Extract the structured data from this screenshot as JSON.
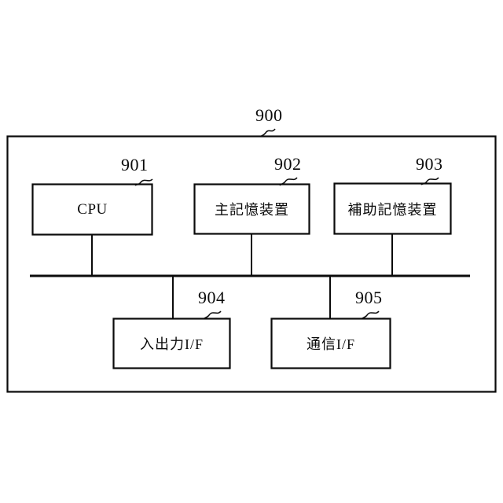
{
  "figure": {
    "title": "900",
    "system_ref": "900",
    "enclosure": {
      "name": "computer-system-enclosure",
      "ref": "900"
    },
    "bus": {
      "name": "system-bus",
      "label": ""
    },
    "components": [
      {
        "id": "cpu",
        "ref": "901",
        "label": "CPU",
        "script": "latin"
      },
      {
        "id": "main-memory",
        "ref": "902",
        "label": "主記憶装置",
        "script": "jp"
      },
      {
        "id": "auxiliary-storage",
        "ref": "903",
        "label": "補助記憶装置",
        "script": "jp"
      },
      {
        "id": "io-interface",
        "ref": "904",
        "label": "入出力I/F",
        "script": "jp"
      },
      {
        "id": "communication-interface",
        "ref": "905",
        "label": "通信I/F",
        "script": "jp"
      }
    ]
  },
  "colors": {
    "line": "#0b0b0b",
    "background": "#ffffff",
    "text": "#0b0b0b"
  }
}
